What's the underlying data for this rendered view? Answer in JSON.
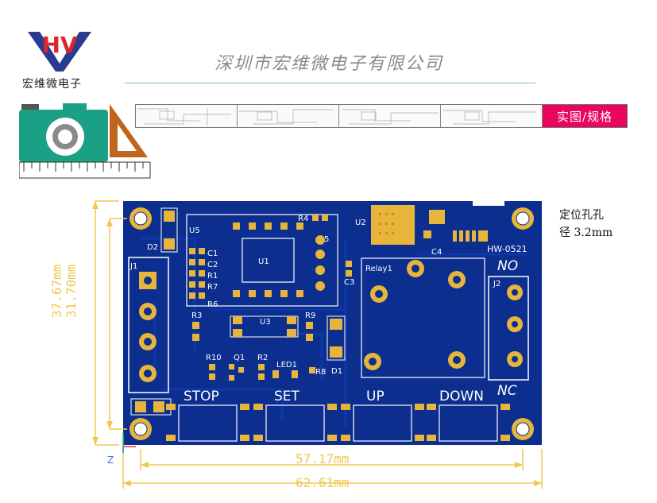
{
  "header": {
    "logo_caption": "宏维微电子",
    "logo_letters": "HV",
    "company_name": "深圳市宏维微电子有限公司",
    "active_tab": "实图/规格"
  },
  "side_note": {
    "line1": "定位孔孔",
    "line2": "径 3.2mm"
  },
  "board": {
    "model": "HW-0521",
    "relay_label": "Relay1",
    "no_label": "NO",
    "nc_label": "NC",
    "buttons": [
      "STOP",
      "SET",
      "UP",
      "DOWN"
    ],
    "designators": [
      "D2",
      "U5",
      "U1",
      "R4",
      "R5",
      "C1",
      "C2",
      "R1",
      "R7",
      "R6",
      "C3",
      "U2",
      "C4",
      "J1",
      "J2",
      "R3",
      "U3",
      "R9",
      "R10",
      "Q1",
      "R2",
      "LED1",
      "R8",
      "D1"
    ]
  },
  "dimensions": {
    "height_outer": "37.67mm",
    "height_inner": "31.70mm",
    "width_inner": "57.17mm",
    "width_outer": "62.61mm"
  },
  "axis": {
    "z": "Z"
  },
  "colors": {
    "pcb": "#0b2e8f",
    "pad": "#e7b53c",
    "accent": "#e8065e",
    "camera": "#1aa185"
  }
}
